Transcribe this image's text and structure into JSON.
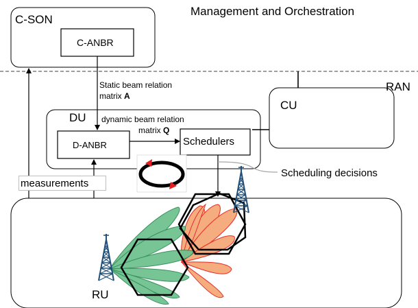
{
  "header": {
    "title": "Management and Orchestration",
    "ran_label": "RAN"
  },
  "c_son": {
    "label": "C-SON",
    "inner": "C-ANBR"
  },
  "du": {
    "label": "DU",
    "inner": "D-ANBR",
    "schedulers": "Schedulers"
  },
  "cu": {
    "label": "CU"
  },
  "links": {
    "static_line1": "Static beam relation",
    "static_line2": "matrix ",
    "static_symbol": "A",
    "dynamic_line1": "dynamic beam relation",
    "dynamic_line2": "matrix ",
    "dynamic_symbol": "Q"
  },
  "measurements": "measurements",
  "scheduling_decisions": "Scheduling decisions",
  "ru": {
    "label": "RU"
  },
  "colors": {
    "green_beam": "#70c290",
    "orange_beam": "#f5a878",
    "red_beam_edge": "#e5231b",
    "green_beam_edge": "#2f8a56",
    "tower": "#1f4e79",
    "arrow_red": "#e31e1e",
    "dashed_line": "#7f7f7f",
    "callout_line": "#a6a6a6"
  },
  "icons": [
    "tower-icon",
    "cycle-icon",
    "hexagon-icon",
    "beam-icon"
  ]
}
